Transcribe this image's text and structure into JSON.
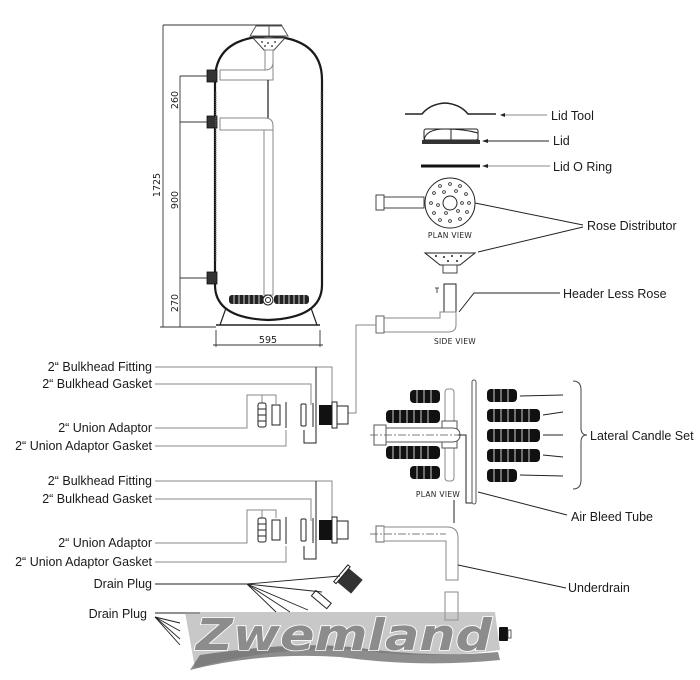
{
  "diagram": {
    "title": "Filter exploded parts diagram",
    "dimensions": {
      "total_height": "1725",
      "upper_spacing": "260",
      "middle_spacing": "900",
      "lower_spacing": "270",
      "width": "595"
    },
    "view_labels": {
      "rose_plan": "PLAN VIEW",
      "header_side": "SIDE VIEW",
      "lateral_plan": "PLAN VIEW"
    },
    "part_labels": {
      "lid_tool": "Lid Tool",
      "lid": "Lid",
      "lid_o_ring": "Lid O Ring",
      "rose_distributor": "Rose Distributor",
      "header_less_rose": "Header Less Rose",
      "lateral_candle_set": "Lateral Candle Set",
      "air_bleed_tube": "Air Bleed Tube",
      "underdrain": "Underdrain"
    },
    "upper_fitting_group": [
      "2“ Bulkhead Fitting",
      "2“ Bulkhead Gasket",
      "2“ Union Adaptor",
      "2“ Union Adaptor Gasket"
    ],
    "lower_fitting_group": [
      "2“ Bulkhead Fitting",
      "2“ Bulkhead Gasket",
      "2“ Union Adaptor",
      "2“ Union Adaptor Gasket"
    ],
    "drain_plug_labels": [
      "Drain Plug",
      "Drain Plug"
    ],
    "logo_text": "Zwemland",
    "colors": {
      "line": "#1a1a1a",
      "pipe_outline": "#8a8a8a",
      "logo_fill": "#8c8c8c",
      "logo_shadow": "#5a5a5a"
    }
  }
}
